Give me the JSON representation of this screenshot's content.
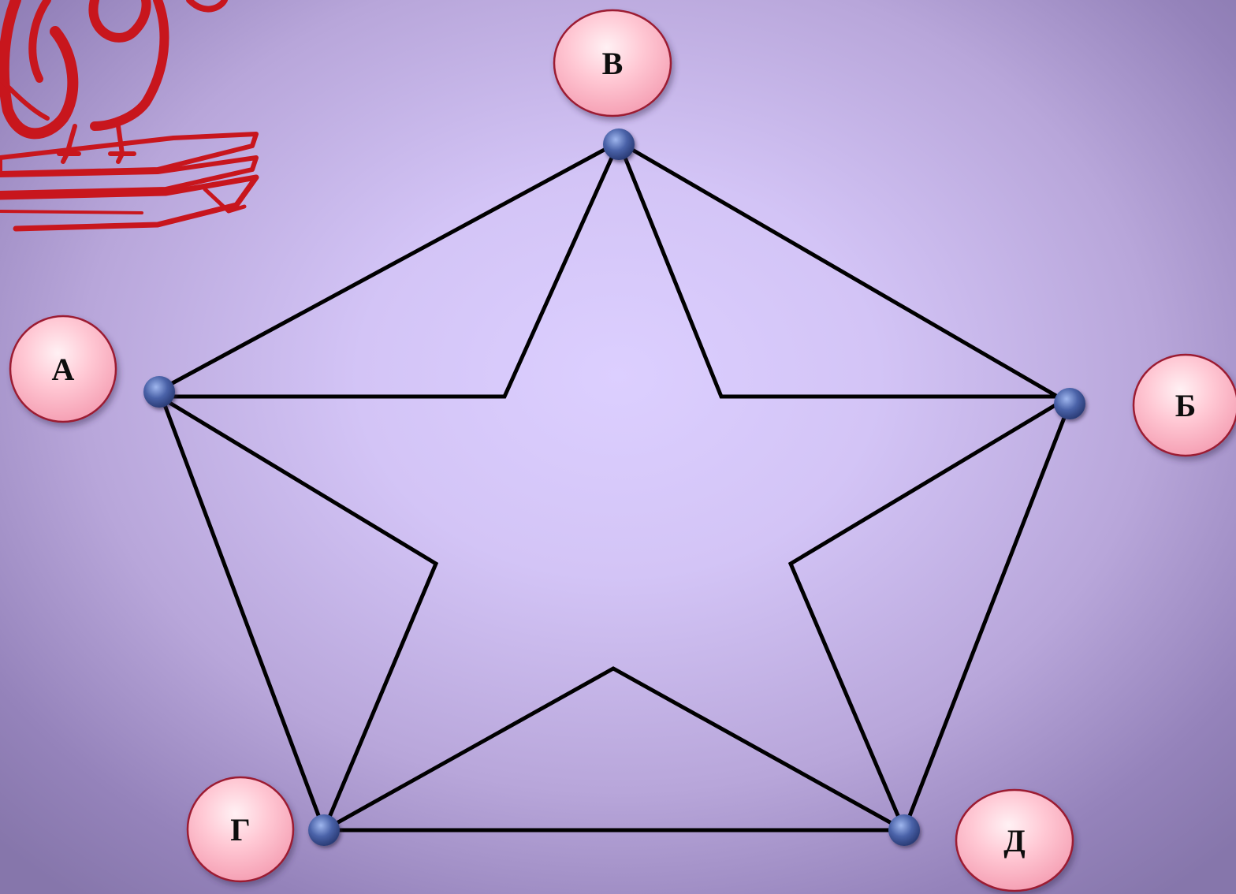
{
  "diagram": {
    "labels": {
      "top": "В",
      "left": "А",
      "right": "Б",
      "bottom_left": "Г",
      "bottom_right": "Д"
    },
    "colors": {
      "background_center": "#dccfff",
      "background_edge": "#8676ab",
      "line": "#000000",
      "label_fill": "#ffc2cf",
      "label_fill_light": "#ffe4ea",
      "label_border": "#9c1a33",
      "dot": "#4a62a8",
      "decoration": "#c8161d"
    },
    "decoration_icon": "red-bird-on-books-icon"
  }
}
